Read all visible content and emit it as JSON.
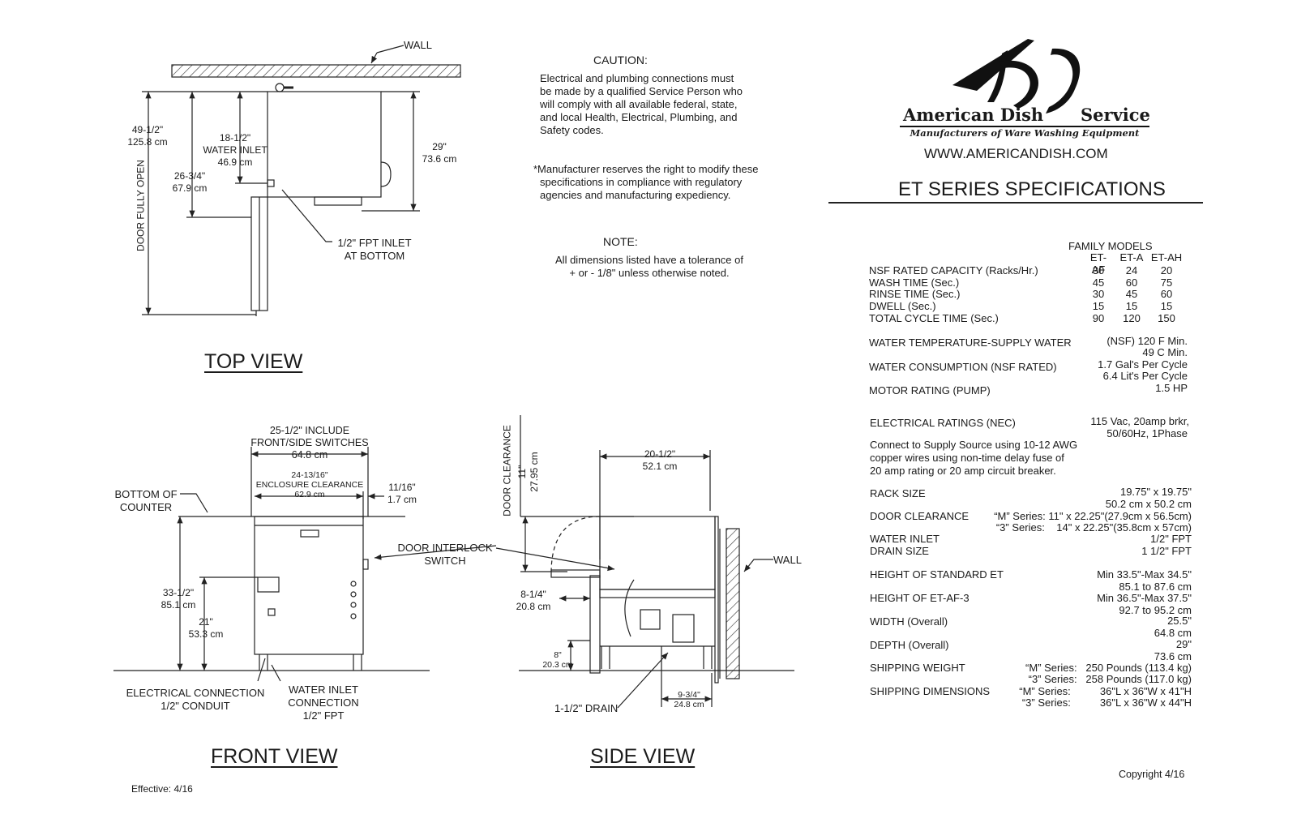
{
  "top_view": {
    "wall": "WALL",
    "dim_overall": [
      "49-1/2\"",
      "125.8 cm"
    ],
    "door_fully_open": "DOOR FULLY OPEN",
    "dim_water_inlet": [
      "18-1/2\"",
      "WATER INLET",
      "46.9 cm"
    ],
    "dim_2634": [
      "26-3/4\"",
      "67.9 cm"
    ],
    "dim_depth": [
      "29\"",
      "73.6 cm"
    ],
    "fpt_inlet": [
      "1/2\" FPT INLET",
      "AT BOTTOM"
    ],
    "title": "TOP VIEW"
  },
  "notes": {
    "caution_title": "CAUTION:",
    "caution_lines": [
      "Electrical and plumbing connections must",
      "be made by a qualified Service Person who",
      "will comply with all available federal, state,",
      "and local Health, Electrical, Plumbing, and",
      "Safety codes."
    ],
    "reserve_lines": [
      "*Manufacturer reserves the right to modify these",
      "specifications in compliance with regulatory",
      "agencies and manufacturing expediency."
    ],
    "note_title": "NOTE:",
    "note_lines": [
      "All dimensions listed have a tolerance of",
      "+ or - 1/8\" unless otherwise noted."
    ]
  },
  "brand": {
    "name_left": "American Dish",
    "name_right": "Service",
    "tagline": "Manufacturers of Ware Washing Equipment",
    "url": "WWW.AMERICANDISH.COM",
    "spec_title": "ET SERIES SPECIFICATIONS"
  },
  "front_view": {
    "width_include": [
      "25-1/2\" INCLUDE",
      "FRONT/SIDE SWITCHES",
      "64.8 cm"
    ],
    "enclosure": [
      "24-13/16\"",
      "ENCLOSURE CLEARANCE",
      "62.9 cm"
    ],
    "side_offset": [
      "11/16\"",
      "1.7 cm"
    ],
    "bottom_counter": [
      "BOTTOM OF",
      "COUNTER"
    ],
    "door_interlock": [
      "DOOR INTERLOCK",
      "SWITCH"
    ],
    "height": [
      "33-1/2\"",
      "85.1 cm"
    ],
    "height_21": [
      "21\"",
      "53.3 cm"
    ],
    "electrical": [
      "ELECTRICAL CONNECTION",
      "1/2\" CONDUIT"
    ],
    "water_inlet": [
      "WATER INLET",
      "CONNECTION",
      "1/2\" FPT"
    ],
    "title": "FRONT VIEW"
  },
  "side_view": {
    "door_clearance": "DOOR CLEARANCE",
    "clearance_dim": [
      "11\"",
      "27.95 cm"
    ],
    "depth": [
      "20-1/2\"",
      "52.1 cm"
    ],
    "wall": "WALL",
    "dim_814": [
      "8-1/4\"",
      "20.8 cm"
    ],
    "dim_8": [
      "8\"",
      "20.3 cm"
    ],
    "drain": "1-1/2\" DRAIN",
    "drain_offset": [
      "9-3/4\"",
      "24.8 cm"
    ],
    "title": "SIDE VIEW"
  },
  "specs": {
    "family_models": "FAMILY MODELS",
    "models": [
      "ET-AF",
      "ET-A",
      "ET-AH"
    ],
    "rows": [
      {
        "label": "NSF RATED CAPACITY (Racks/Hr.)",
        "values": [
          "30",
          "24",
          "20"
        ]
      },
      {
        "label": "WASH TIME (Sec.)",
        "values": [
          "45",
          "60",
          "75"
        ]
      },
      {
        "label": "RINSE TIME (Sec.)",
        "values": [
          "30",
          "45",
          "60"
        ]
      },
      {
        "label": "DWELL (Sec.)",
        "values": [
          "15",
          "15",
          "15"
        ]
      },
      {
        "label": "TOTAL CYCLE TIME (Sec.)",
        "values": [
          "90",
          "120",
          "150"
        ]
      }
    ],
    "water_temp_label": "WATER TEMPERATURE-SUPPLY WATER",
    "water_temp_values": [
      "(NSF) 120 F Min.",
      "49 C Min."
    ],
    "water_cons_label": "WATER CONSUMPTION (NSF RATED)",
    "water_cons_values": [
      "1.7 Gal's Per Cycle",
      "6.4 Lit's Per Cycle"
    ],
    "motor_label": "MOTOR RATING (PUMP)",
    "motor_value": "1.5 HP",
    "elec_label": "ELECTRICAL RATINGS (NEC)",
    "elec_values": [
      "115 Vac, 20amp brkr,",
      "50/60Hz, 1Phase"
    ],
    "connect_lines": [
      "Connect to Supply Source using 10-12 AWG",
      "copper wires using non-time delay fuse of",
      "20 amp rating or 20 amp circuit breaker."
    ],
    "rack_label": "RACK SIZE",
    "rack_values": [
      "19.75\" x 19.75\"",
      "50.2 cm x 50.2 cm"
    ],
    "door_label": "DOOR CLEARANCE",
    "door_values": [
      "“M” Series: 11\" x 22.25\"(27.9cm x 56.5cm)",
      "“3” Series:    14\" x 22.25\"(35.8cm x 57cm)"
    ],
    "inlet_label": "WATER INLET",
    "inlet_value": "1/2\" FPT",
    "drain_label": "DRAIN SIZE",
    "drain_value": "1 1/2\" FPT",
    "height_std_label": "HEIGHT OF STANDARD ET",
    "height_std_values": [
      "Min 33.5\"-Max 34.5\"",
      "85.1 to 87.6 cm"
    ],
    "height_af3_label": "HEIGHT OF ET-AF-3",
    "height_af3_values": [
      "Min 36.5\"-Max 37.5\"",
      "92.7 to 95.2 cm"
    ],
    "width_label": "WIDTH (Overall)",
    "width_values": [
      "25.5\"",
      "64.8 cm"
    ],
    "depth_label": "DEPTH (Overall)",
    "depth_values": [
      "29\"",
      "73.6 cm"
    ],
    "ship_weight_label": "SHIPPING WEIGHT",
    "ship_weight_values": [
      "“M” Series:   250 Pounds (113.4 kg)",
      "“3” Series:   258 Pounds (117.0 kg)"
    ],
    "ship_dim_label": "SHIPPING DIMENSIONS",
    "ship_dim_values": [
      "“M” Series:          36\"L x 36\"W x 41\"H",
      "“3” Series:          36\"L x 36\"W x 44\"H"
    ]
  },
  "footer": {
    "effective": "Effective: 4/16",
    "copyright": "Copyright 4/16"
  }
}
